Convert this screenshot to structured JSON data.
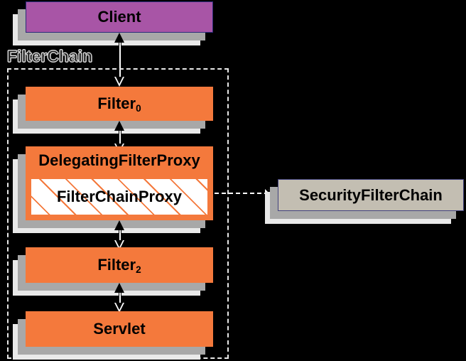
{
  "diagram": {
    "title": "DelegatingFilterProxy / FilterChain",
    "background_color": "#000000",
    "group": {
      "label": "FilterChain",
      "border_style": "dashed",
      "border_color": "#e8e8e8"
    },
    "colors": {
      "filter_orange": "#f4793c",
      "client_purple": "#a855a6",
      "security_chain_gray": "#c3beb2",
      "shadow_inner": "#a8a8a8",
      "shadow_outer": "#e9e9e9",
      "border_navy": "#2b2b7a",
      "text": "#000000"
    },
    "nodes": [
      {
        "id": "client",
        "label": "Client",
        "label_sub": "",
        "style": "purple",
        "in_group": false
      },
      {
        "id": "filter0",
        "label": "Filter",
        "label_sub": "0",
        "style": "orange",
        "in_group": true
      },
      {
        "id": "delegating-filter-proxy",
        "label": "DelegatingFilterProxy",
        "label_sub": "",
        "inner_label": "FilterChainProxy",
        "style": "orange-hatched",
        "in_group": true
      },
      {
        "id": "filter2",
        "label": "Filter",
        "label_sub": "2",
        "style": "orange",
        "in_group": true
      },
      {
        "id": "servlet",
        "label": "Servlet",
        "label_sub": "",
        "style": "orange",
        "in_group": true
      },
      {
        "id": "security-filter-chain",
        "label": "SecurityFilterChain",
        "label_sub": "",
        "style": "gray",
        "in_group": false
      }
    ],
    "connectors": [
      {
        "from": "filter0",
        "to": "client",
        "type": "bidirectional-vertical"
      },
      {
        "from": "delegating-filter-proxy",
        "to": "filter0",
        "type": "bidirectional-vertical"
      },
      {
        "from": "filter2",
        "to": "delegating-filter-proxy",
        "type": "bidirectional-vertical"
      },
      {
        "from": "servlet",
        "to": "filter2",
        "type": "bidirectional-vertical"
      },
      {
        "from": "delegating-filter-proxy",
        "to": "security-filter-chain",
        "type": "dashed-dependency"
      }
    ]
  }
}
